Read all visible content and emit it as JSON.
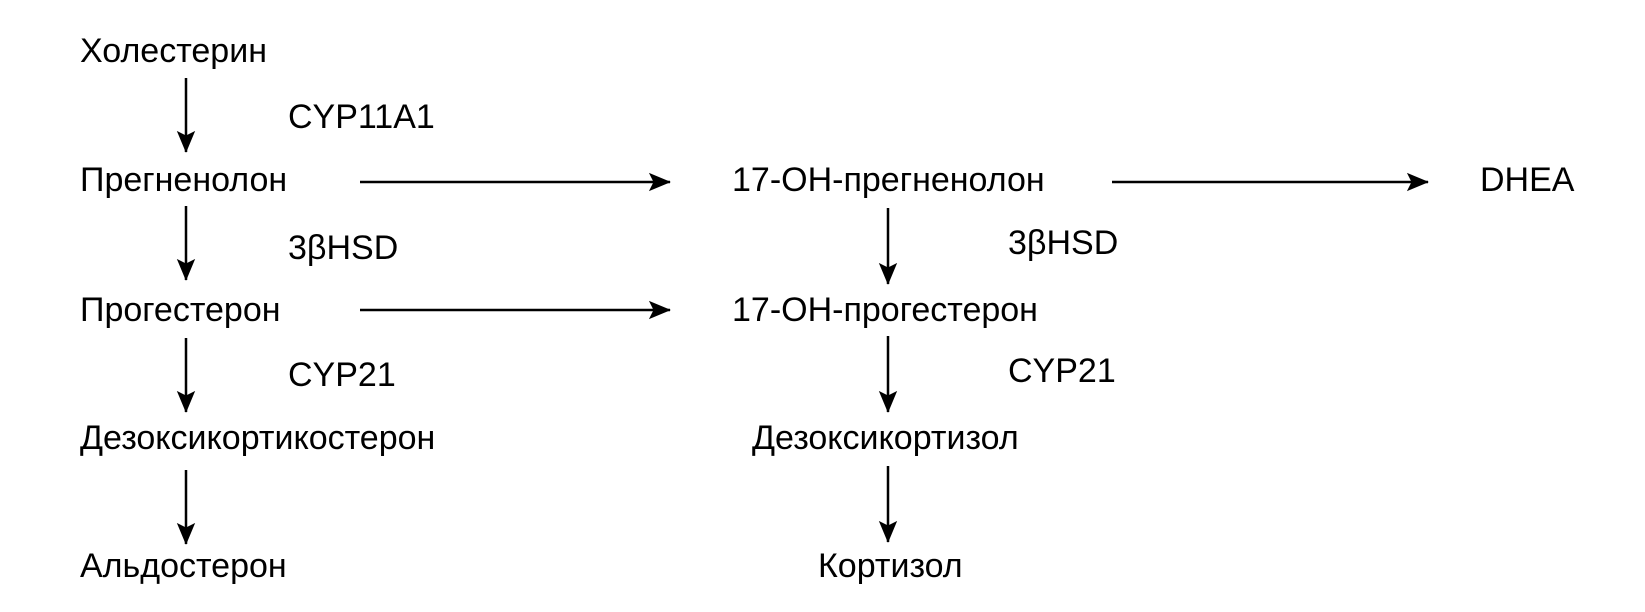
{
  "diagram": {
    "nodes": {
      "cholesterol": "Холестерин",
      "pregnenolone": "Прегненолон",
      "progesterone": "Прогестерон",
      "deoxycorticosterone": "Дезоксикортикостерон",
      "aldosterone": "Альдостерон",
      "oh17_pregnenolone": "17-ОН-прегненолон",
      "oh17_progesterone": "17-ОН-прогестерон",
      "deoxycortisol": "Дезоксикортизол",
      "cortisol": "Кортизол",
      "dhea": "DHEA"
    },
    "enzymes": {
      "cyp11a1": "CYP11A1",
      "hsd3b_left": "3βHSD",
      "cyp21_left": "CYP21",
      "hsd3b_right": "3βHSD",
      "cyp21_right": "CYP21"
    },
    "edges": [
      {
        "from": "cholesterol",
        "to": "pregnenolone",
        "enzyme": "CYP11A1"
      },
      {
        "from": "pregnenolone",
        "to": "progesterone",
        "enzyme": "3βHSD"
      },
      {
        "from": "progesterone",
        "to": "deoxycorticosterone",
        "enzyme": "CYP21"
      },
      {
        "from": "deoxycorticosterone",
        "to": "aldosterone",
        "enzyme": ""
      },
      {
        "from": "pregnenolone",
        "to": "oh17_pregnenolone",
        "enzyme": ""
      },
      {
        "from": "progesterone",
        "to": "oh17_progesterone",
        "enzyme": ""
      },
      {
        "from": "oh17_pregnenolone",
        "to": "dhea",
        "enzyme": ""
      },
      {
        "from": "oh17_pregnenolone",
        "to": "oh17_progesterone",
        "enzyme": "3βHSD"
      },
      {
        "from": "oh17_progesterone",
        "to": "deoxycortisol",
        "enzyme": "CYP21"
      },
      {
        "from": "deoxycortisol",
        "to": "cortisol",
        "enzyme": ""
      }
    ]
  }
}
